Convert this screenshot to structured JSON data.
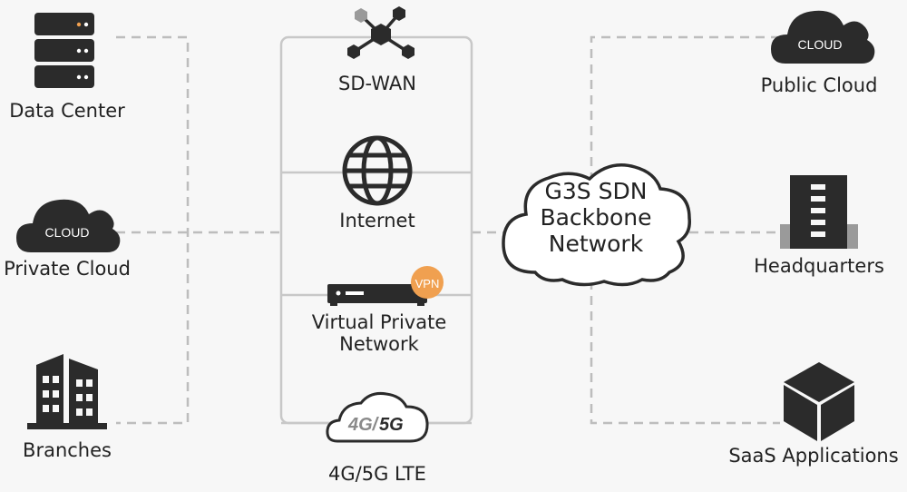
{
  "left": {
    "data_center": "Data Center",
    "private_cloud": "Private Cloud",
    "private_cloud_badge": "CLOUD",
    "branches": "Branches"
  },
  "transport": {
    "sdwan": "SD-WAN",
    "internet": "Internet",
    "vpn_line1": "Virtual Private",
    "vpn_line2": "Network",
    "vpn_badge": "VPN",
    "lte": "4G/5G LTE",
    "lte_badge_a": "4G/",
    "lte_badge_b": "5G"
  },
  "core": {
    "line1": "G3S SDN",
    "line2": "Backbone",
    "line3": "Network"
  },
  "right": {
    "public_cloud": "Public Cloud",
    "public_cloud_badge": "CLOUD",
    "headquarters": "Headquarters",
    "saas": "SaaS Applications"
  },
  "colors": {
    "icon": "#2b2b2b",
    "line": "#bdbdbd",
    "vpn_badge": "#f0a050"
  }
}
